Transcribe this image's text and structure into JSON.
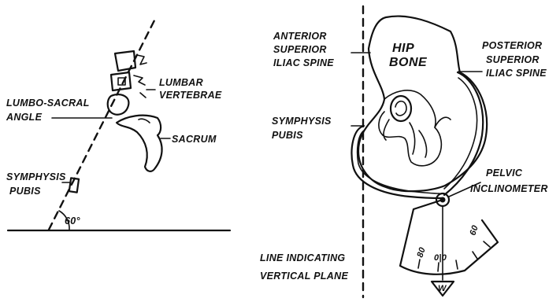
{
  "left_figure": {
    "lumbar_label_line1": "LUMBAR",
    "lumbar_label_line2": "VERTEBRAE",
    "angle_label_line1": "LUMBO-SACRAL",
    "angle_label_line2": "ANGLE",
    "sacrum_label": "SACRUM",
    "symphysis_label_line1": "SYMPHYSIS",
    "symphysis_label_line2": "PUBIS",
    "angle_value": "60°"
  },
  "right_figure": {
    "hip_label_line1": "HIP",
    "hip_label_line2": "BONE",
    "asis_line1": "ANTERIOR",
    "asis_line2": "SUPERIOR",
    "asis_line3": "ILIAC SPINE",
    "psis_line1": "POSTERIOR",
    "psis_line2": "SUPERIOR",
    "psis_line3": "ILIAC SPINE",
    "symphysis_line1": "SYMPHYSIS",
    "symphysis_line2": "PUBIS",
    "inclinometer_line1": "PELVIC",
    "inclinometer_line2": "INCLINOMETER",
    "scale_left": "80",
    "scale_mid": "0|0",
    "scale_right": "60",
    "weight_label": "W",
    "vertical_line1": "LINE INDICATING",
    "vertical_line2": "VERTICAL PLANE"
  }
}
